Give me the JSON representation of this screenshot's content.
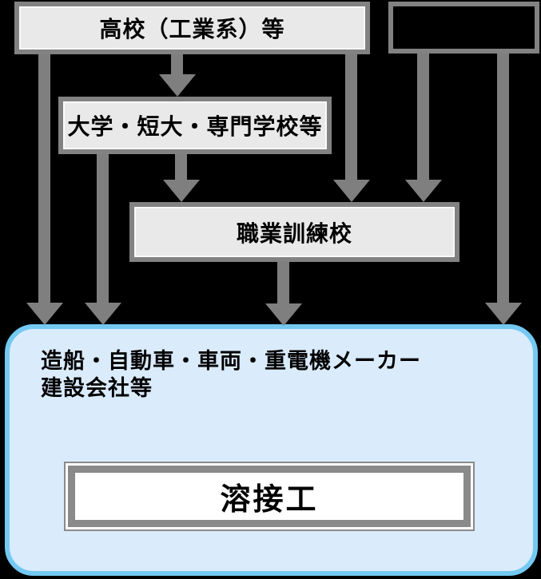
{
  "diagram": {
    "title": "welder-career-path-flowchart",
    "boxes": {
      "highschool": {
        "label": "高校（工業系）等"
      },
      "unlabeled": {
        "label": ""
      },
      "university": {
        "label": "大学・短大・専門学校等"
      },
      "training": {
        "label": "職業訓練校"
      },
      "employer": {
        "line1": "造船・自動車・車両・重電機メーカー",
        "line2": "建設会社等"
      },
      "welder": {
        "label": "溶接工"
      }
    },
    "arrows": [
      {
        "name": "highschool-to-employer"
      },
      {
        "name": "highschool-to-university"
      },
      {
        "name": "highschool-to-training"
      },
      {
        "name": "university-to-employer"
      },
      {
        "name": "university-to-training"
      },
      {
        "name": "training-to-employer"
      },
      {
        "name": "unlabeled-to-training"
      },
      {
        "name": "unlabeled-to-employer"
      }
    ],
    "colors": {
      "background": "#000000",
      "box_fill": "#e9e9e9",
      "box_border": "#828282",
      "arrow": "#7f7f7f",
      "employer_fill": "#daebfc",
      "employer_border": "#74c9f3",
      "welder_fill": "#ffffff",
      "welder_border": "#8a8a8a",
      "text": "#000000"
    }
  }
}
